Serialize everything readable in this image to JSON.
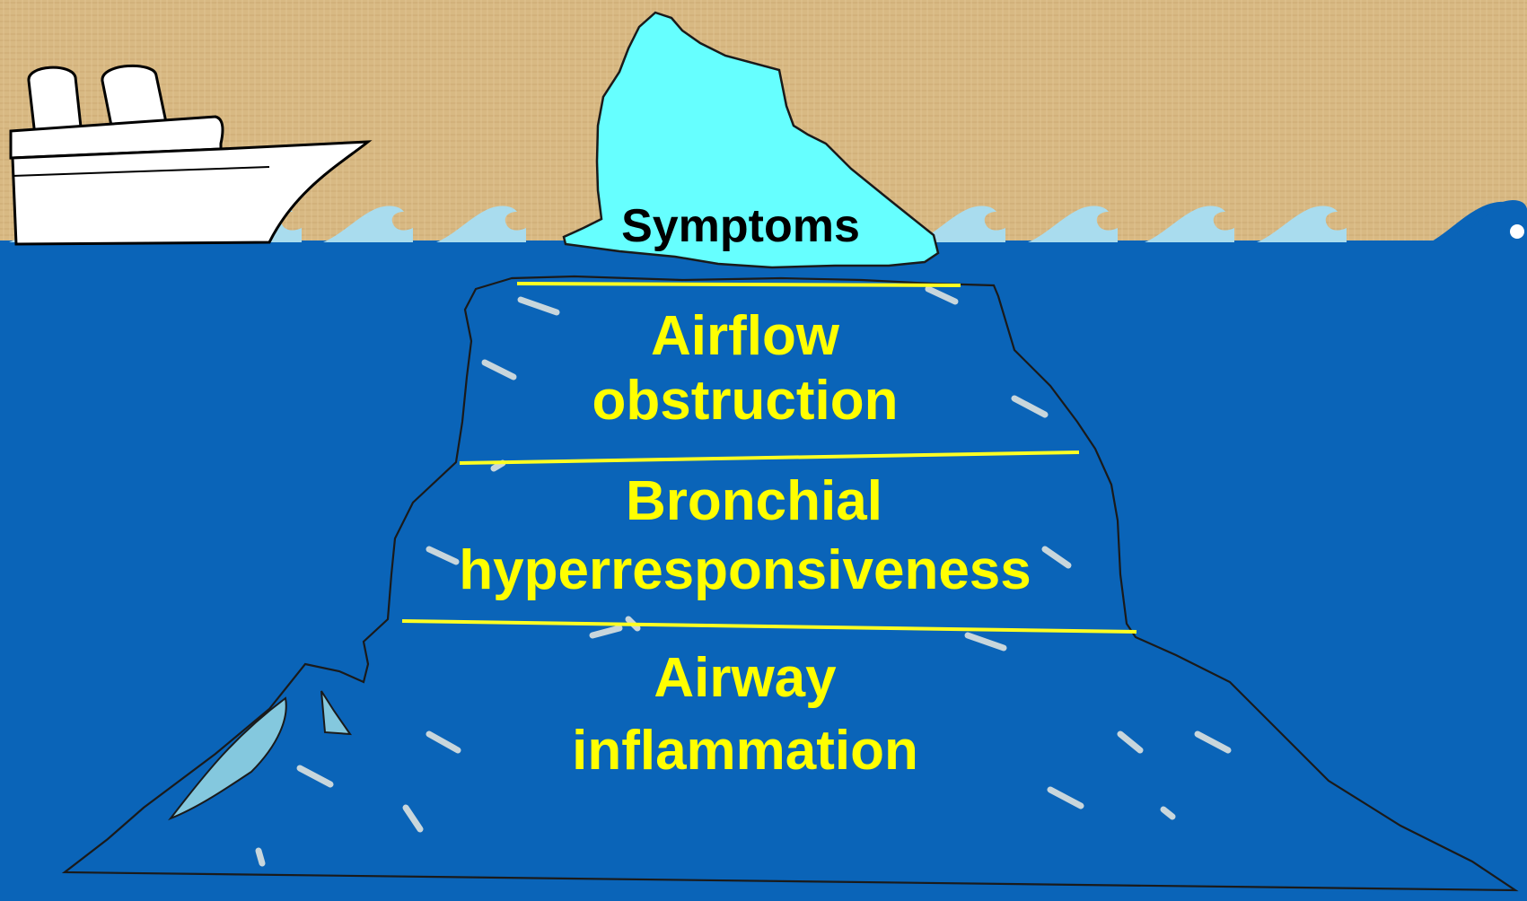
{
  "colors": {
    "parchment": "#d8b983",
    "sea": "#0a64b8",
    "ice_top": "#66ffff",
    "wave": "#a9dcee",
    "label_dark": "#000000",
    "label_light": "#ffff00",
    "divider": "#ffff22"
  },
  "icons": [
    "ship-icon",
    "wave-icon",
    "iceberg-icon"
  ],
  "labels": {
    "tip": "Symptoms",
    "layer1_line1": "Airflow",
    "layer1_line2": "obstruction",
    "layer2_line1": "Bronchial",
    "layer2_line2": "hyperresponsiveness",
    "layer3_line1": "Airway",
    "layer3_line2": "inflammation"
  }
}
